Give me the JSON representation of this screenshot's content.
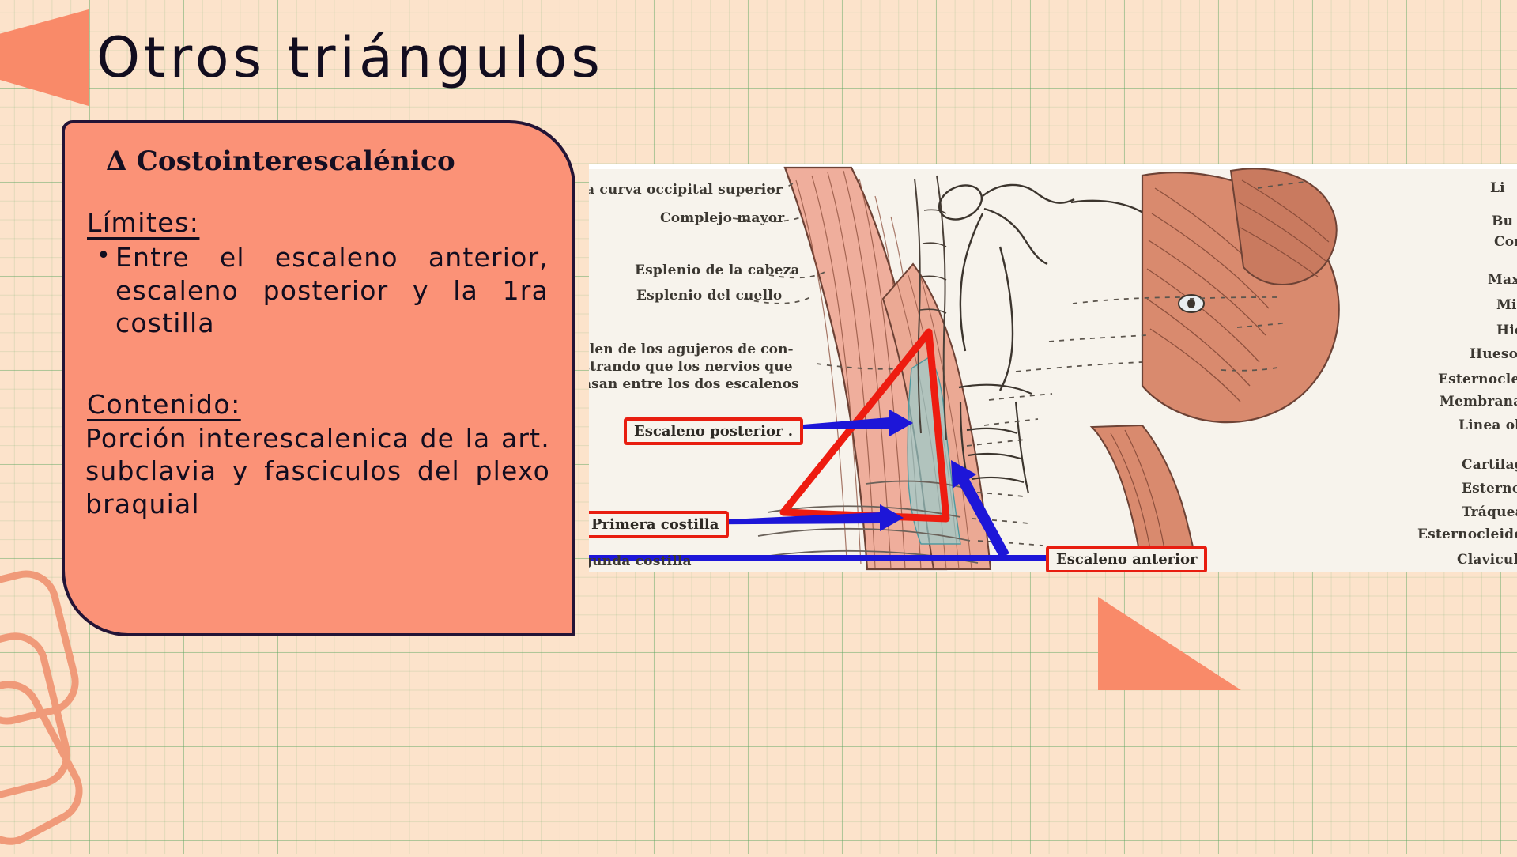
{
  "slide": {
    "title": "Otros triángulos",
    "background_color": "#fce3cb",
    "grid_color": "#5aa55f",
    "accent_color": "#f98a69"
  },
  "card": {
    "fill_color": "#fb9277",
    "border_color": "#231436",
    "heading": "Δ Costointerescalénico",
    "limits": {
      "label": "Límites:",
      "items": [
        "Entre el escaleno anterior, escaleno posterior y la 1ra costilla"
      ]
    },
    "content": {
      "label": "Contenido:",
      "text": "Porción interescalenica de la art. subclavia y fasciculos del plexo braquial"
    }
  },
  "diagram": {
    "caption": "salen de los agujeros de con-\nostrando que los nervios que\npasan entre los dos escalenos",
    "left_labels": [
      "a curva occipital superior",
      "Complejo mayor",
      "Esplenio de la cabeza",
      "Esplenio del cuello"
    ],
    "right_labels": [
      "Li",
      "Bu",
      "Con",
      "Maxilar",
      "Milohio",
      "Hioglos",
      "Hueso hioides",
      "Esternocleidohioideo c",
      "Membrana tirohioidea",
      "Linea oblicua",
      "Cartilago tiroides",
      "Esternotiroideo",
      "Tráquea",
      "Esternocleidohioideo cort",
      "Clavicula cortada"
    ],
    "bottom_labels": [
      "gunda costilla"
    ],
    "callouts": [
      "Escaleno posterior .",
      "Primera costilla",
      "Escaleno anterior"
    ],
    "annotation_colors": {
      "triangle": "#ee1c10",
      "arrow": "#1d16d8",
      "callout_border": "#e81d10",
      "highlight": "#8ed3d6"
    }
  }
}
